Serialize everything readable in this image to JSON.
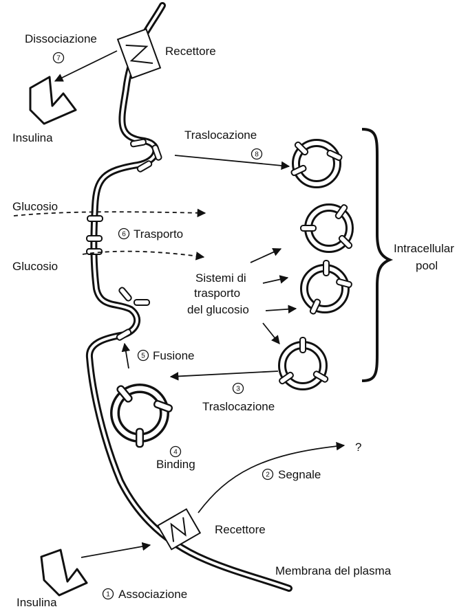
{
  "labels": {
    "dissociazione": "Dissociazione",
    "recettore_top": "Recettore",
    "insulina_top": "Insulina",
    "traslocazione_top": "Traslocazione",
    "glucosio_1": "Glucosio",
    "trasporto": "Trasporto",
    "glucosio_2": "Glucosio",
    "sistemi_1": "Sistemi di",
    "sistemi_2": "trasporto",
    "sistemi_3": "del glucosio",
    "intracellular_1": "Intracellular",
    "intracellular_2": "pool",
    "fusione": "Fusione",
    "traslocazione_bottom": "Traslocazione",
    "binding": "Binding",
    "question": "?",
    "segnale": "Segnale",
    "recettore_bottom": "Recettore",
    "membrana": "Membrana del plasma",
    "insulina_bottom": "Insulina",
    "associazione": "Associazione"
  },
  "steps": {
    "s1": "1",
    "s2": "2",
    "s3": "3",
    "s4": "4",
    "s5": "5",
    "s6": "6",
    "s7": "7",
    "s8": "8"
  }
}
